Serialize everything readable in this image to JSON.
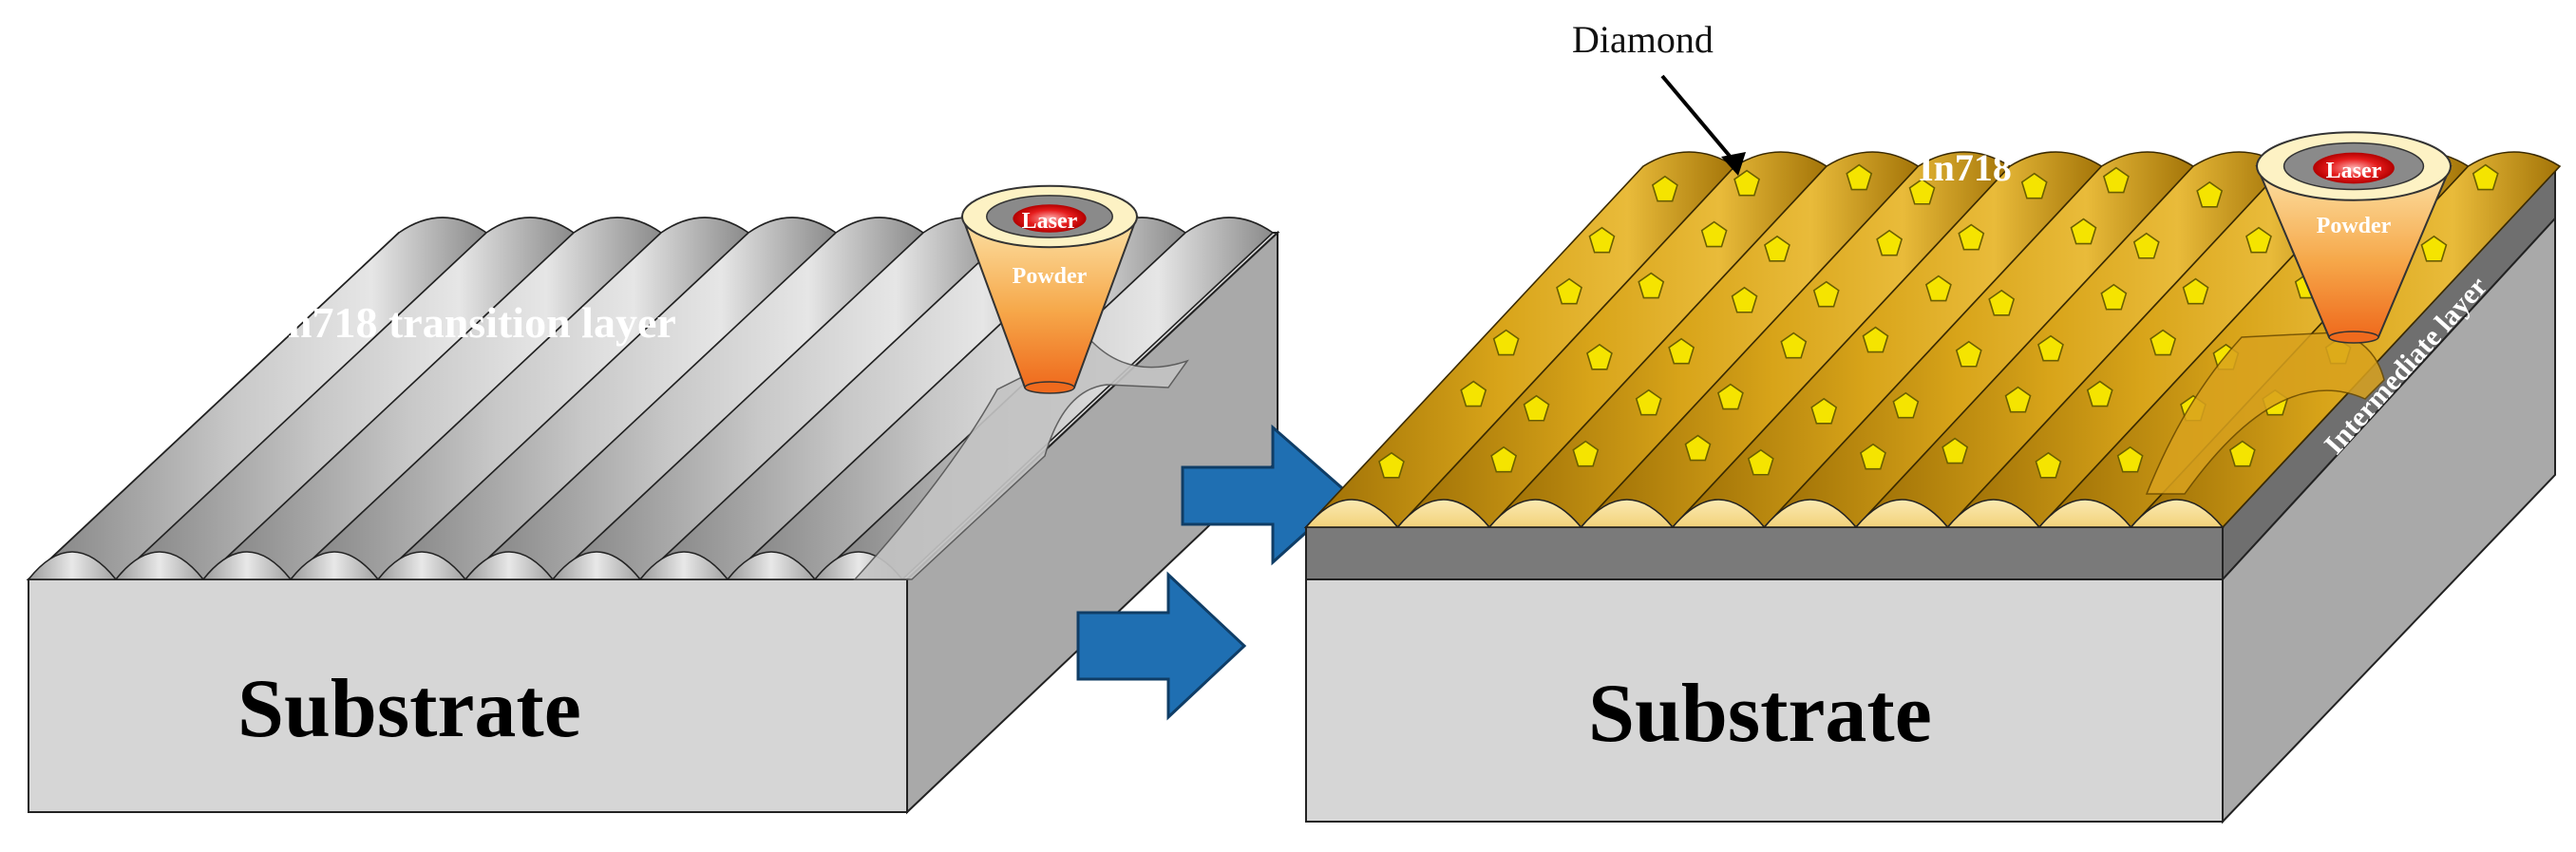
{
  "left": {
    "layer_label": "In718 transition layer",
    "substrate_label": "Substrate",
    "nozzle": {
      "laser_label": "Laser",
      "powder_label": "Powder"
    }
  },
  "right": {
    "top_label": "Diamond",
    "clad_label": "In718",
    "intermediate_label": "Intermediate layer",
    "substrate_label": "Substrate",
    "nozzle": {
      "laser_label": "Laser",
      "powder_label": "Powder"
    }
  },
  "colors": {
    "substrate_front": "#d6d6d6",
    "substrate_side": "#a9a9a9",
    "gray_track": "#a8a8a8",
    "gold_track": "#c9950f",
    "bead_cream": "#f7df94",
    "intermediate": "#7a7a7a",
    "diamond": "#f5e400",
    "arrow": "#1f6fb2",
    "laser_spot": "#e02020",
    "powder_cone": "#f6a030"
  },
  "icons": [
    "arrow-right-icon",
    "laser-nozzle-icon",
    "diamond-crystal-icon"
  ]
}
